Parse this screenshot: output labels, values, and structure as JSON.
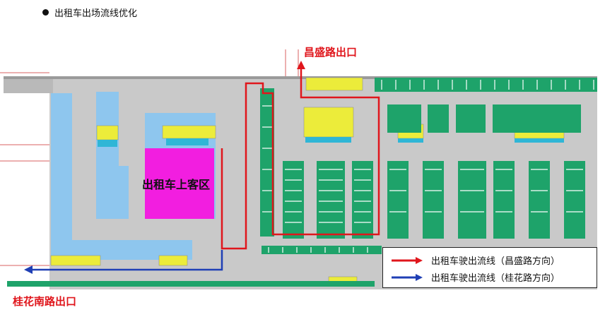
{
  "heading": {
    "text": "出租车出场流线优化"
  },
  "labels": {
    "exit_changsheng": "昌盛路出口",
    "exit_guihuanan": "桂花南路出口",
    "pickup_zone": "出租车上客区"
  },
  "legend": {
    "items": [
      {
        "text": "出租车驶出流线（昌盛路方向）",
        "color": "#e0161c"
      },
      {
        "text": "出租车驶出流线（桂花路方向）",
        "color": "#1f3fb5"
      }
    ]
  },
  "colors": {
    "route_red": "#e0161c",
    "route_blue": "#1f3fb5",
    "pickup_zone": "#f21ee0",
    "parking_green": "#1ea36a",
    "lane_blue": "#8ec6ee",
    "floor_gray": "#c9c9c9",
    "vehicle_yellow": "#ecec3a"
  }
}
